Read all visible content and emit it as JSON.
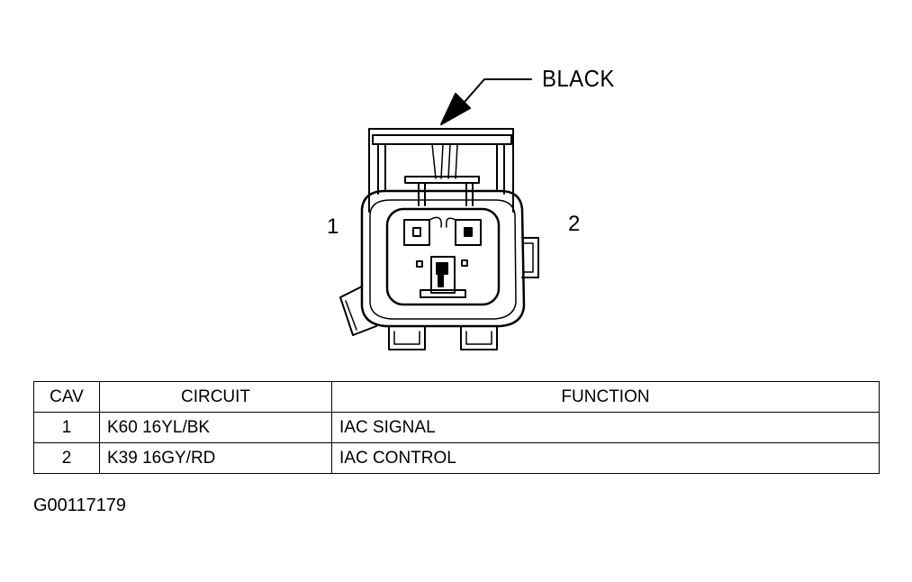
{
  "connector": {
    "color_label": "BLACK",
    "cavity_labels": [
      "1",
      "2"
    ]
  },
  "table": {
    "headers": {
      "cav": "CAV",
      "circuit": "CIRCUIT",
      "function": "FUNCTION"
    },
    "rows": [
      {
        "cav": "1",
        "circuit": "K60 16YL/BK",
        "function": "IAC SIGNAL"
      },
      {
        "cav": "2",
        "circuit": "K39 16GY/RD",
        "function": "IAC CONTROL"
      }
    ]
  },
  "figure_id": "G00117179"
}
